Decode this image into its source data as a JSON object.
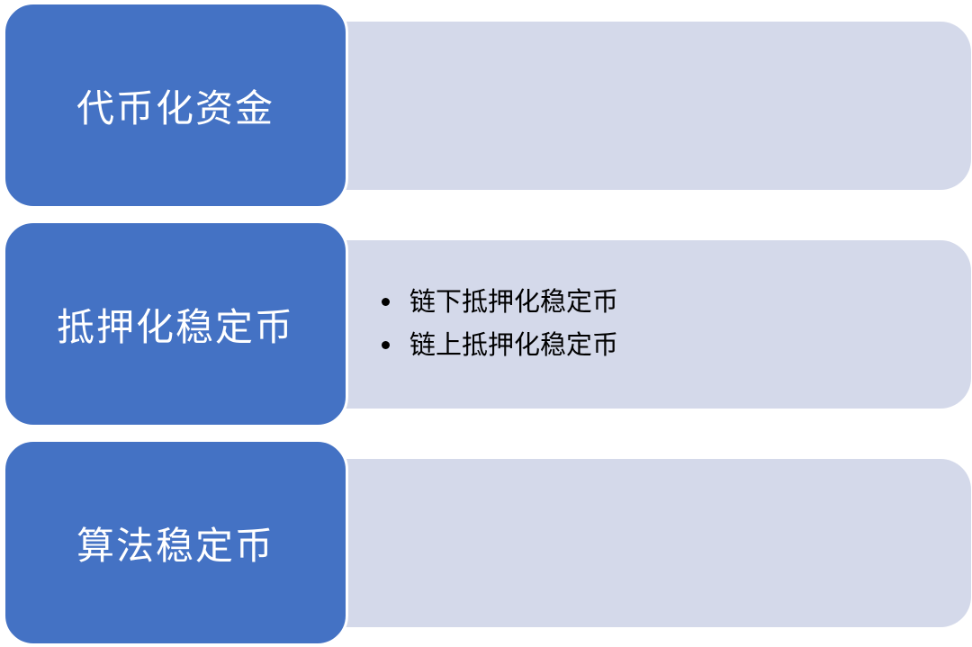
{
  "colors": {
    "tile_fill": "#4472c4",
    "tile_border": "#ffffff",
    "panel_fill": "#d4d9ea",
    "tile_text": "#ffffff",
    "panel_text": "#000000"
  },
  "rows": [
    {
      "title": "代币化资金",
      "bullets": []
    },
    {
      "title": "抵押化稳定币",
      "bullets": [
        "链下抵押化稳定币",
        "链上抵押化稳定币"
      ]
    },
    {
      "title": "算法稳定币",
      "bullets": []
    }
  ]
}
